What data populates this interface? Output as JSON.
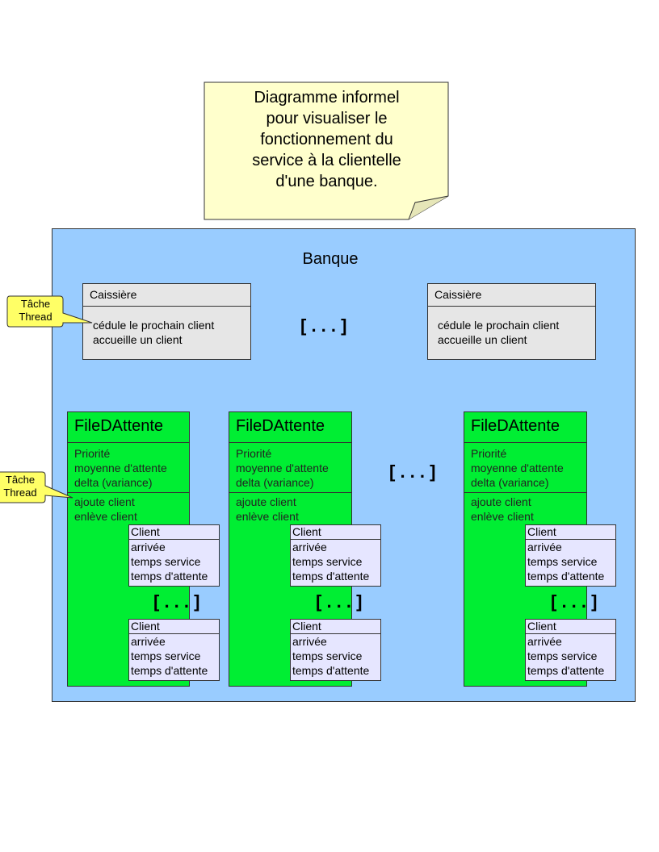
{
  "note": {
    "lines": [
      "Diagramme informel",
      "pour visualiser le",
      "fonctionnement du",
      "service à la clientelle",
      "d'une banque."
    ]
  },
  "bank": {
    "title": "Banque"
  },
  "tellers": [
    {
      "name": "Caissière",
      "ops": [
        "cédule le prochain client",
        "accueille un client"
      ]
    },
    {
      "name": "Caissière",
      "ops": [
        "cédule le prochain client",
        "accueille un client"
      ]
    }
  ],
  "ellipsis": "[ . . . ]",
  "queue_template": {
    "name": "FileDAttente",
    "attrs": [
      "Priorité",
      "moyenne d'attente",
      "delta (variance)"
    ],
    "ops": [
      "ajoute client",
      "enlève client"
    ]
  },
  "client_template": {
    "name": "Client",
    "attrs": [
      "arrivée",
      "temps service",
      "temps d'attente"
    ]
  },
  "callouts": [
    {
      "lines": [
        "Tâche",
        "Thread"
      ]
    },
    {
      "lines": [
        "Tâche",
        "Thread"
      ]
    }
  ],
  "colors": {
    "note_fill": "#ffffcc",
    "bank_fill": "#99ccff",
    "teller_fill": "#e6e6e6",
    "queue_fill": "#00ee33",
    "client_fill": "#e6e6ff",
    "callout_fill": "#ffff66"
  }
}
